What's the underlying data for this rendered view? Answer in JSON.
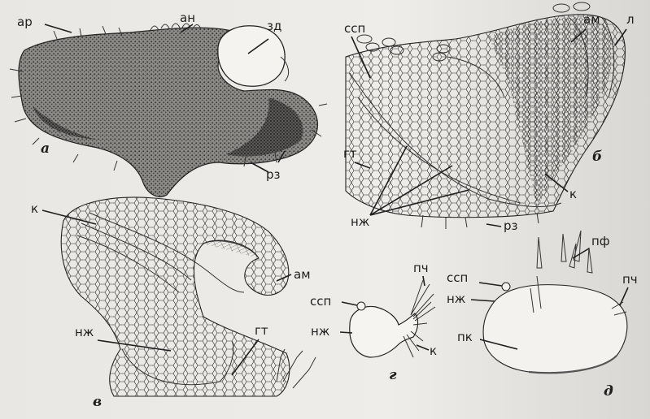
{
  "panels": {
    "a": {
      "letter": "а",
      "labels": {
        "ar": "ар",
        "an": "ан",
        "zd": "зд",
        "rz": "рз"
      }
    },
    "b": {
      "letter": "б",
      "labels": {
        "ssp": "ссп",
        "am": "ам",
        "l": "л",
        "gt": "гт",
        "k": "к",
        "nzh": "нж",
        "rz": "рз"
      }
    },
    "v": {
      "letter": "в",
      "labels": {
        "k": "к",
        "am": "ам",
        "nzh": "нж",
        "gt": "гт"
      }
    },
    "g": {
      "letter": "г",
      "labels": {
        "pch": "пч",
        "ssp": "ссп",
        "nzh": "нж",
        "k": "к"
      }
    },
    "d": {
      "letter": "д",
      "labels": {
        "ssp": "ссп",
        "pf": "пф",
        "nzh": "нж",
        "pch": "пч",
        "pk": "пк"
      }
    }
  }
}
